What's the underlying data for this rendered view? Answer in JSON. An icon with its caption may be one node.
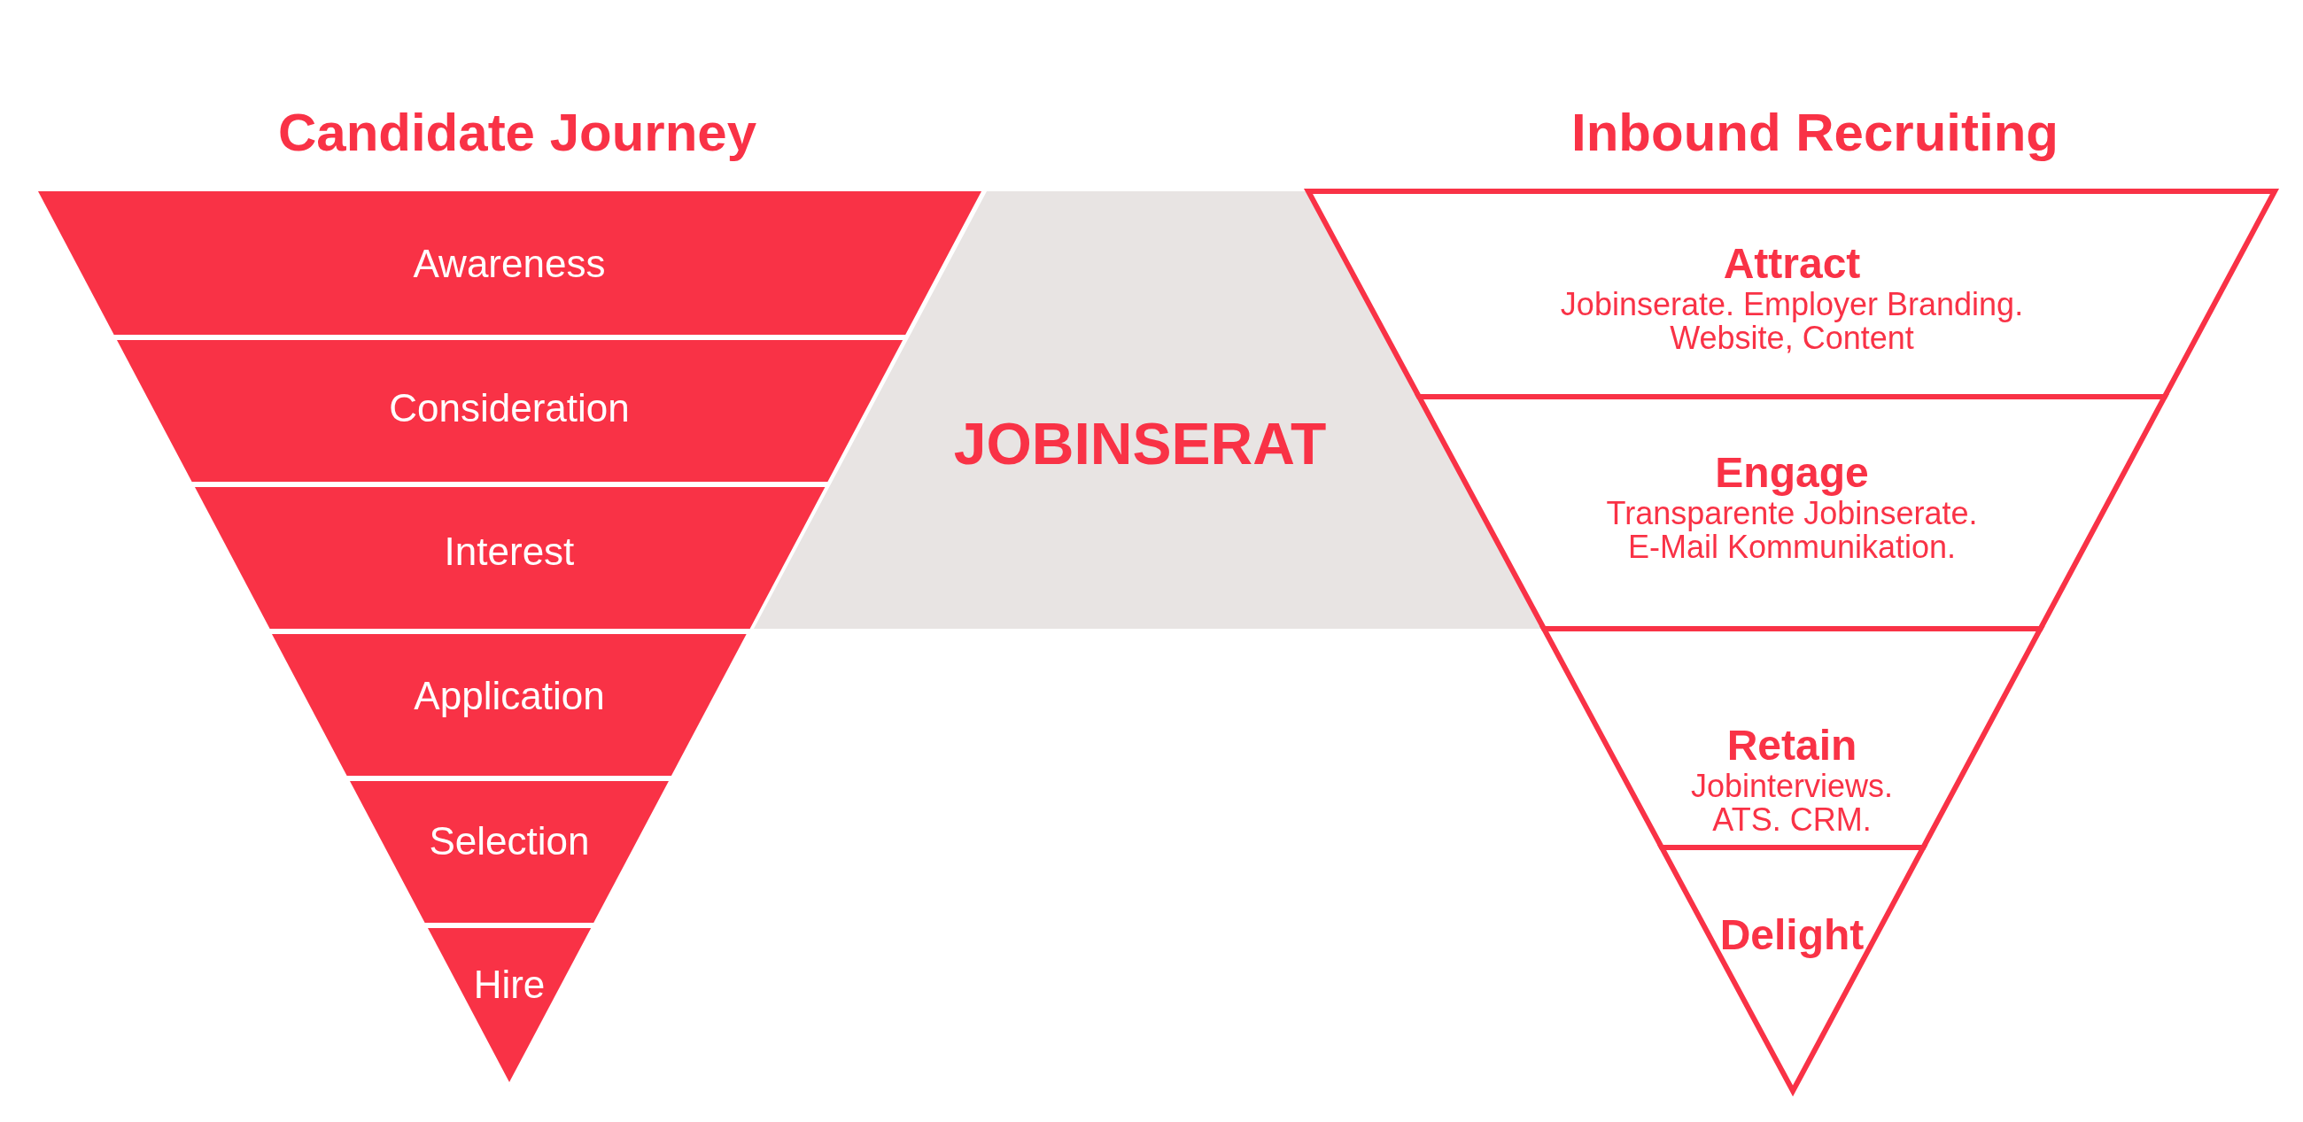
{
  "diagram": {
    "nodes": [
      {
        "text": [
          "Candidate Journey"
        ]
      },
      {
        "text": [
          "Awareness"
        ],
        "in": 0
      },
      {
        "text": [
          "Consideration"
        ],
        "in": 0
      },
      {
        "text": [
          "Interest"
        ],
        "in": 0
      },
      {
        "text": [
          "Application"
        ],
        "in": 0
      },
      {
        "text": [
          "Selection"
        ],
        "in": 0
      },
      {
        "text": [
          "Hire"
        ],
        "in": 0
      },
      {
        "text": [
          "JOBINSERAT"
        ]
      },
      {
        "text": [
          "Inbound Recruiting"
        ]
      },
      {
        "text": [
          "Attract",
          "Jobinserate. Employer Branding. Website, Content"
        ],
        "in": 8
      },
      {
        "text": [
          "Engage",
          "Transparente Jobinserate. E-Mail Kommunikation."
        ],
        "in": 8
      },
      {
        "text": [
          "Retain",
          "Jobinterviews. ATS. CRM."
        ],
        "in": 8
      },
      {
        "text": [
          "Delight"
        ],
        "in": 8
      }
    ]
  }
}
